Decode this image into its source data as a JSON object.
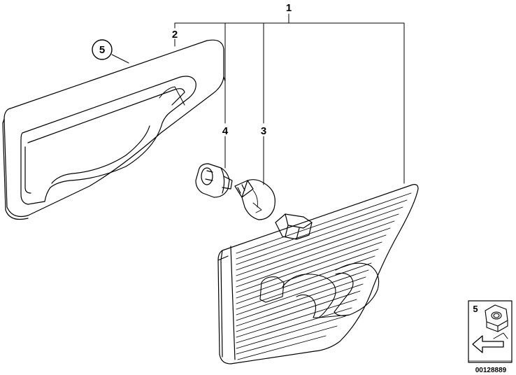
{
  "callouts": {
    "assembly": "1",
    "gasket": "2",
    "bulb": "3",
    "socket": "4",
    "gasket_ref": "5"
  },
  "legend": {
    "item_number": "5",
    "reference": "00128889"
  }
}
